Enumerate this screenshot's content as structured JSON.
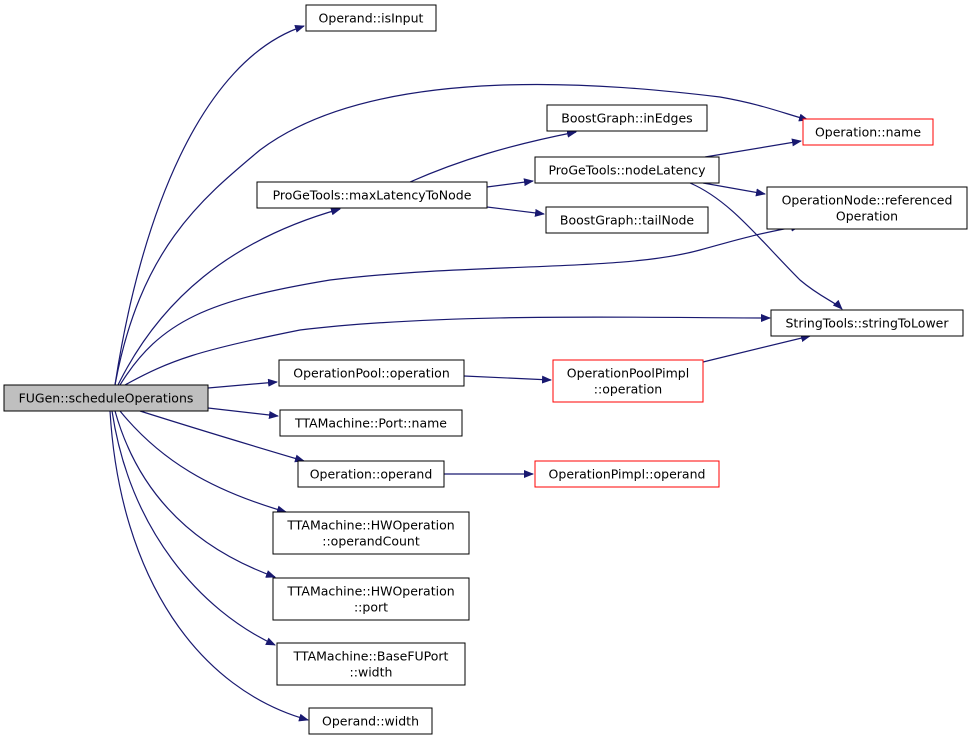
{
  "colors": {
    "edge": "#191970",
    "node_border": "#000000",
    "node_red_border": "#ff0000",
    "root_fill": "#bfbfbf"
  },
  "nodes": {
    "schedule_ops": {
      "lines": [
        "FUGen::scheduleOperations"
      ]
    },
    "operand_isinput": {
      "lines": [
        "Operand::isInput"
      ]
    },
    "maxlatency": {
      "lines": [
        "ProGeTools::maxLatencyToNode"
      ]
    },
    "inedges": {
      "lines": [
        "BoostGraph::inEdges"
      ]
    },
    "nodelatency": {
      "lines": [
        "ProGeTools::nodeLatency"
      ]
    },
    "tailnode": {
      "lines": [
        "BoostGraph::tailNode"
      ]
    },
    "operation_name": {
      "lines": [
        "Operation::name"
      ]
    },
    "opnode_ref": {
      "lines": [
        "OperationNode::referenced",
        "Operation"
      ]
    },
    "stringtolower": {
      "lines": [
        "StringTools::stringToLower"
      ]
    },
    "oppool_operation": {
      "lines": [
        "OperationPool::operation"
      ]
    },
    "oppoolpimpl": {
      "lines": [
        "OperationPoolPimpl",
        "::operation"
      ]
    },
    "port_name": {
      "lines": [
        "TTAMachine::Port::name"
      ]
    },
    "operation_operand": {
      "lines": [
        "Operation::operand"
      ]
    },
    "oppimpl_operand": {
      "lines": [
        "OperationPimpl::operand"
      ]
    },
    "hwop_operandcount": {
      "lines": [
        "TTAMachine::HWOperation",
        "::operandCount"
      ]
    },
    "hwop_port": {
      "lines": [
        "TTAMachine::HWOperation",
        "::port"
      ]
    },
    "basefuport_width": {
      "lines": [
        "TTAMachine::BaseFUPort",
        "::width"
      ]
    },
    "operand_width": {
      "lines": [
        "Operand::width"
      ]
    }
  }
}
